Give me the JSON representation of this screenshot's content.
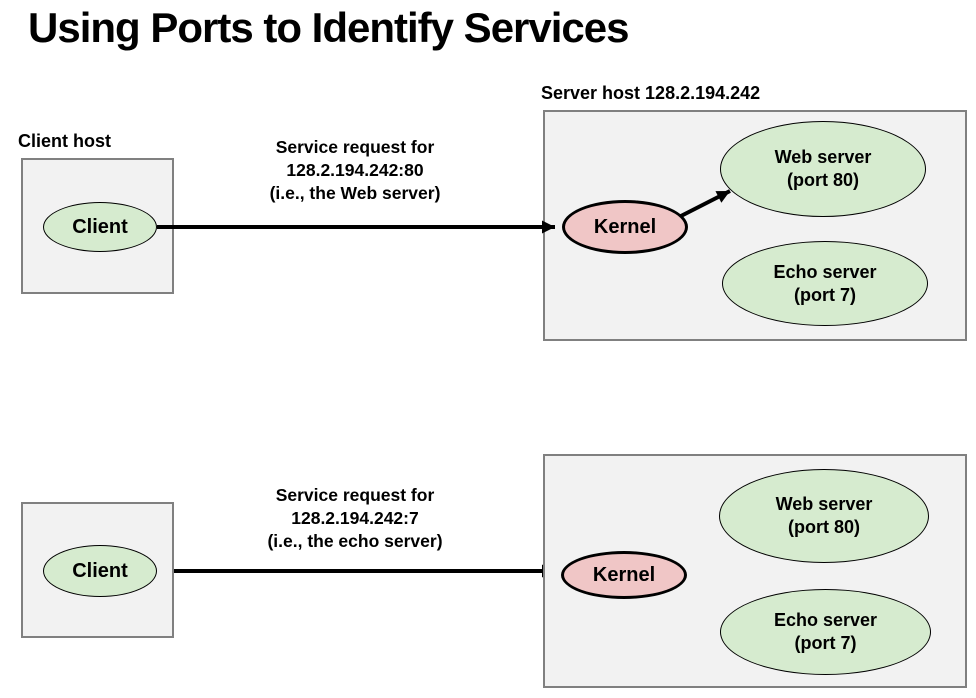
{
  "title": "Using Ports to Identify Services",
  "colors": {
    "ellipse_green": "#d6ebcf",
    "ellipse_pink": "#f0c6c6",
    "host_box_fill": "#f2f2f2",
    "host_box_border": "#808080",
    "arrow_color": "#000000",
    "text_color": "#000000"
  },
  "diagram_top": {
    "client_host_label": "Client host",
    "client_label": "Client",
    "request_lines": [
      "Service request for",
      "128.2.194.242:80",
      "(i.e., the Web server)"
    ],
    "server_host_label": "Server host 128.2.194.242",
    "kernel_label": "Kernel",
    "web_server_line1": "Web server",
    "web_server_line2": "(port 80)",
    "echo_server_line1": "Echo server",
    "echo_server_line2": "(port 7)"
  },
  "diagram_bottom": {
    "client_label": "Client",
    "request_lines": [
      "Service request for",
      "128.2.194.242:7",
      "(i.e., the echo server)"
    ],
    "kernel_label": "Kernel",
    "web_server_line1": "Web server",
    "web_server_line2": "(port 80)",
    "echo_server_line1": "Echo server",
    "echo_server_line2": "(port 7)"
  }
}
